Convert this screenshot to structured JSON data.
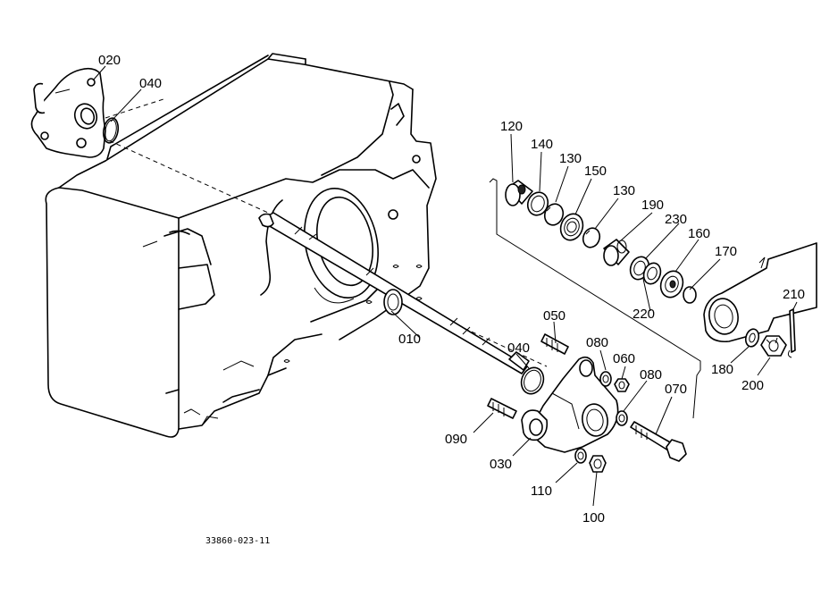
{
  "drawing_code": "33860-023-11",
  "callouts": [
    {
      "id": "020",
      "label": "020"
    },
    {
      "id": "040a",
      "label": "040"
    },
    {
      "id": "120",
      "label": "120"
    },
    {
      "id": "140",
      "label": "140"
    },
    {
      "id": "130a",
      "label": "130"
    },
    {
      "id": "150",
      "label": "150"
    },
    {
      "id": "130b",
      "label": "130"
    },
    {
      "id": "190",
      "label": "190"
    },
    {
      "id": "230",
      "label": "230"
    },
    {
      "id": "160",
      "label": "160"
    },
    {
      "id": "170",
      "label": "170"
    },
    {
      "id": "210",
      "label": "210"
    },
    {
      "id": "220",
      "label": "220"
    },
    {
      "id": "180",
      "label": "180"
    },
    {
      "id": "200",
      "label": "200"
    },
    {
      "id": "050",
      "label": "050"
    },
    {
      "id": "080a",
      "label": "080"
    },
    {
      "id": "060",
      "label": "060"
    },
    {
      "id": "010",
      "label": "010"
    },
    {
      "id": "040b",
      "label": "040"
    },
    {
      "id": "080b",
      "label": "080"
    },
    {
      "id": "070",
      "label": "070"
    },
    {
      "id": "090",
      "label": "090"
    },
    {
      "id": "030",
      "label": "030"
    },
    {
      "id": "110",
      "label": "110"
    },
    {
      "id": "100",
      "label": "100"
    }
  ]
}
